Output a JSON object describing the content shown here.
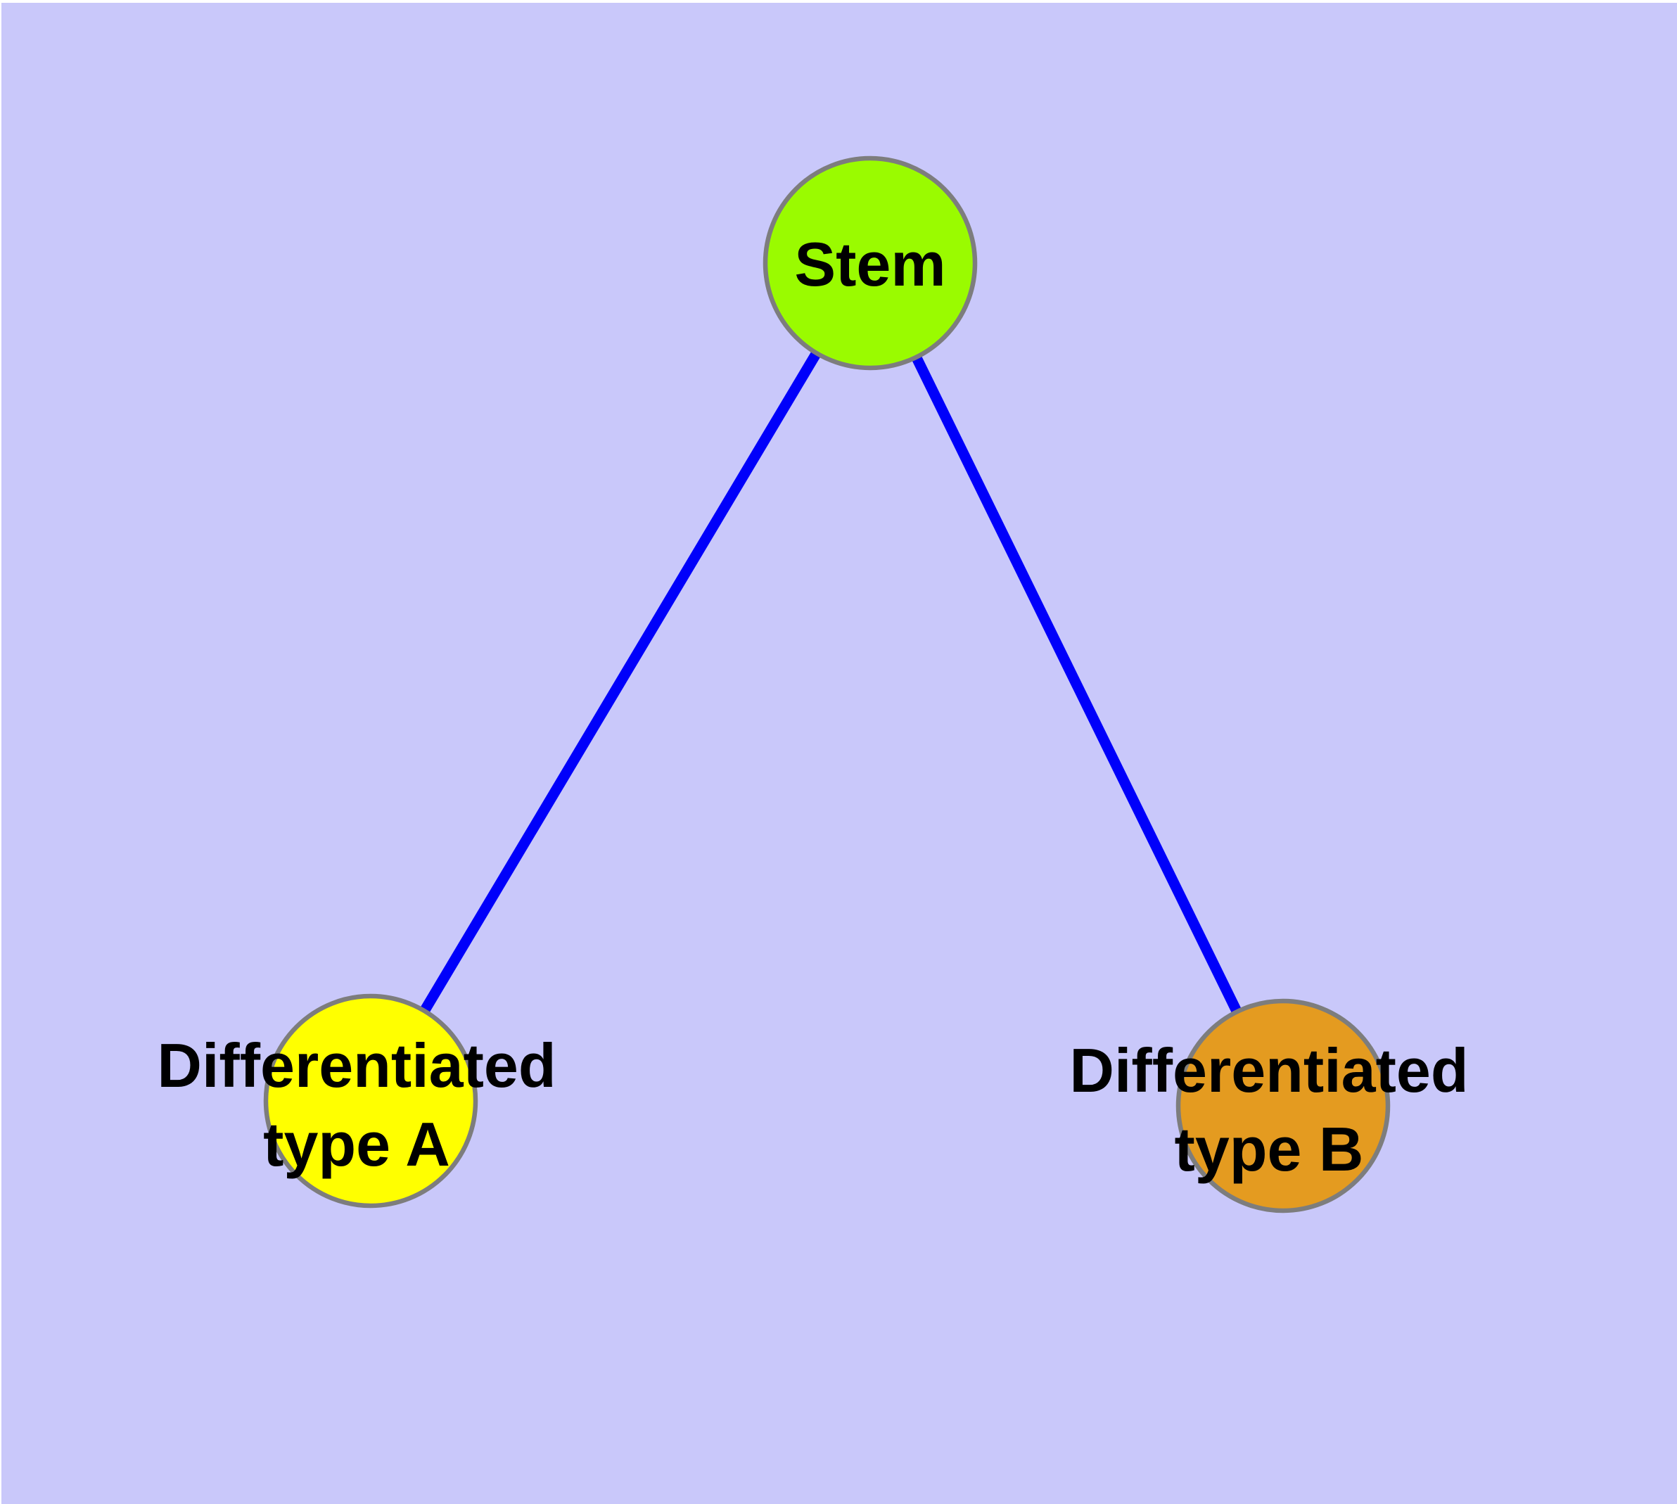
{
  "canvas": {
    "background_color": "#C9C8FA"
  },
  "style": {
    "edge_color": "#0000FA",
    "node_border_color": "#7D7D7D",
    "label_color": "#000000"
  },
  "nodes": {
    "stem": {
      "label": "Stem",
      "fill": "#9AFB00"
    },
    "type_a": {
      "label_line1": "Differentiated",
      "label_line2": "type A",
      "fill": "#FFFF00"
    },
    "type_b": {
      "label_line1": "Differentiated",
      "label_line2": "type B",
      "fill": "#E49B20"
    }
  },
  "edges": [
    {
      "from": "Stem",
      "to": "Differentiated type A"
    },
    {
      "from": "Stem",
      "to": "Differentiated type B"
    }
  ]
}
